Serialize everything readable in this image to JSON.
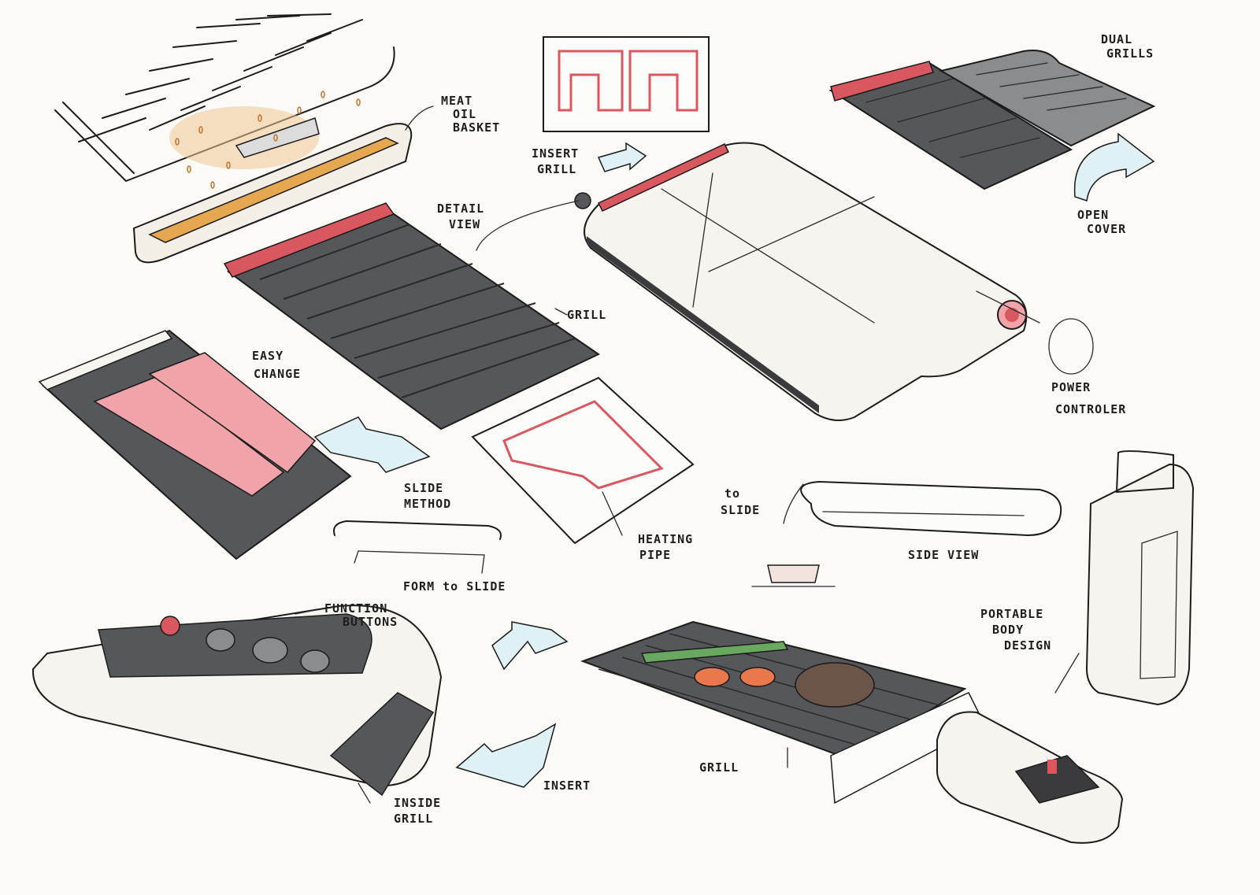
{
  "colors": {
    "ink": "#1b1b1b",
    "dark_grey": "#56575a",
    "mid_grey": "#8b8c8e",
    "red": "#d9585f",
    "pink": "#f0a3a8",
    "orange": "#e9a14a",
    "light_blue": "#dff1f4",
    "paper": "#fbfaf7"
  },
  "labels": {
    "meat_oil_1": "MEAT",
    "meat_oil_2": "OIL",
    "meat_oil_3": "BASKET",
    "insert_grill_1": "INSERT",
    "insert_grill_2": "GRILL",
    "dual_grills_1": "DUAL",
    "dual_grills_2": "GRILLS",
    "open_cover_1": "OPEN",
    "open_cover_2": "COVER",
    "detail_view_1": "DETAIL",
    "detail_view_2": "VIEW",
    "grill_top": "GRILL",
    "easy_change_1": "EASY",
    "easy_change_2": "CHANGE",
    "power_controler_1": "POWER",
    "power_controler_2": "CONTROLER",
    "slide_method_1": "SLIDE",
    "slide_method_2": "METHOD",
    "to_slide_1": "to",
    "to_slide_2": "SLIDE",
    "heating_pipe_1": "HEATING",
    "heating_pipe_2": "PIPE",
    "side_view": "SIDE VIEW",
    "form_to_slide": "FORM  to SLIDE",
    "function_buttons_1": "FUNCTION",
    "function_buttons_2": "BUTTONS",
    "portable_1": "PORTABLE",
    "portable_2": "BODY",
    "portable_3": "DESIGN",
    "grill_bottom": "GRILL",
    "insert": "INSERT",
    "inside_grill_1": "INSIDE",
    "inside_grill_2": "GRILL"
  }
}
